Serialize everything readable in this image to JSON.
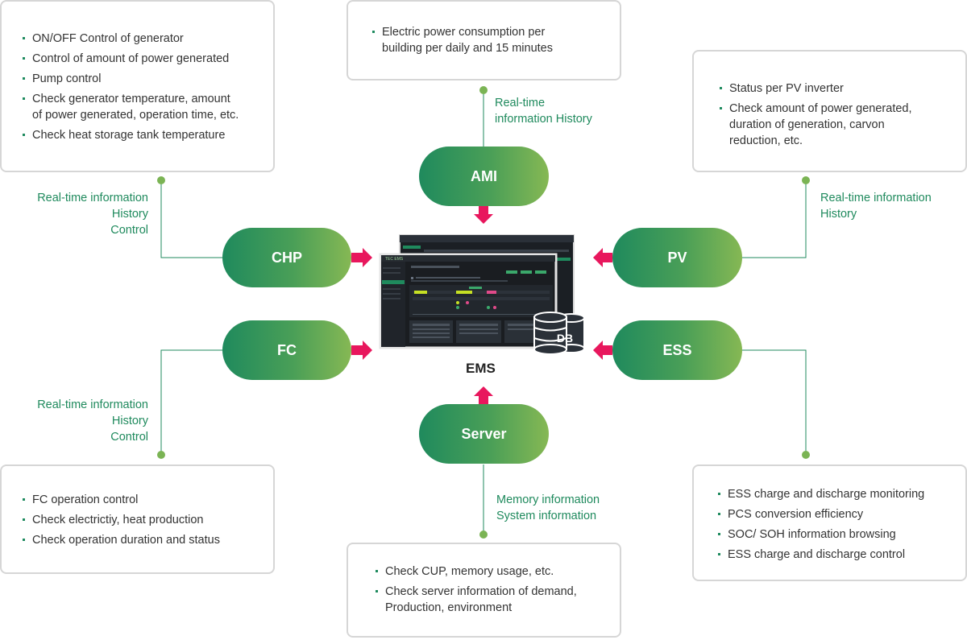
{
  "boxes": {
    "chp": [
      "ON/OFF Control of generator",
      "Control of amount of power generated",
      "Pump control",
      "Check generator temperature, amount\nof  power generated, operation time, etc.",
      "Check heat storage tank temperature"
    ],
    "ami": [
      "Electric power consumption per\nbuilding per daily and 15 minutes"
    ],
    "pv": [
      "Status per PV inverter",
      "Check amount of power generated,\nduration of generation, carvon\nreduction, etc."
    ],
    "fc": [
      "FC operation control",
      "Check electrictiy, heat production",
      "Check operation duration and status"
    ],
    "server": [
      "Check CUP, memory usage, etc.",
      "Check server information of demand,\nProduction, environment"
    ],
    "ess": [
      "ESS charge and discharge monitoring",
      "PCS conversion efficiency",
      "SOC/ SOH information browsing",
      "ESS charge and discharge control"
    ]
  },
  "labels": {
    "ami": [
      "Real-time",
      "information History"
    ],
    "chp": [
      "Real-time information",
      "History",
      "Control"
    ],
    "pv": [
      "Real-time information",
      "History"
    ],
    "fc": [
      "Real-time information",
      "History",
      "Control"
    ],
    "server": [
      "Memory information",
      "System information"
    ]
  },
  "pills": {
    "ami": "AMI",
    "chp": "CHP",
    "pv": "PV",
    "fc": "FC",
    "ess": "ESS",
    "server": "Server"
  },
  "center": {
    "title": "EMS",
    "db": "DB",
    "screen_brand": "TEC EMS"
  },
  "colors": {
    "accent_green": "#1f8a5d",
    "arrow": "#e8175d",
    "dot": "#7bb454",
    "border": "#d6d6d6"
  }
}
